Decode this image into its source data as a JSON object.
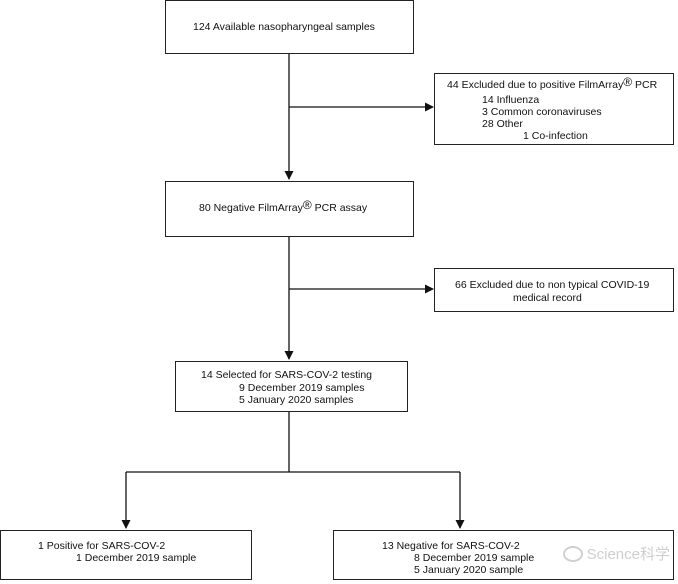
{
  "b1": {
    "text": "124 Available nasopharyngeal samples"
  },
  "b2": {
    "title_pre": "44 Excluded due to positive FilmArray",
    "title_reg": "®",
    "title_post": " PCR",
    "lines": [
      "14 Influenza",
      "3 Common coronaviruses",
      "28 Other",
      "1 Co-infection"
    ]
  },
  "b3": {
    "pre": "80 Negative FilmArray",
    "reg": "®",
    "post": " PCR assay"
  },
  "b4": {
    "line1": "66 Excluded due to non typical COVID-19",
    "line2": "medical record"
  },
  "b5": {
    "line1": "14 Selected for SARS-COV-2 testing",
    "line2": "9 December 2019 samples",
    "line3": "5 January 2020 samples"
  },
  "b6": {
    "line1": "1 Positive for SARS-COV-2",
    "line2": "1 December 2019 sample"
  },
  "b7": {
    "line1": "13 Negative for SARS-COV-2",
    "line2": "8 December 2019 sample",
    "line3": "5 January 2020 sample"
  },
  "watermark": {
    "text": "Science科学",
    "icon": "wechat-icon"
  }
}
